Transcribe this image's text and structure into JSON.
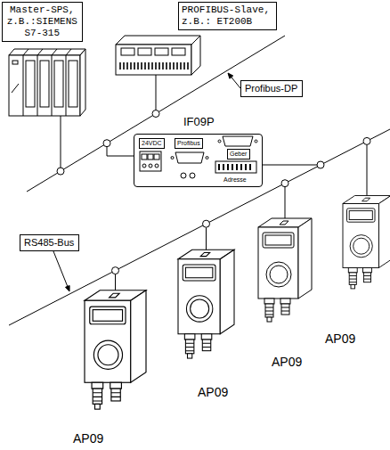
{
  "diagram": {
    "nodes": [
      {
        "text": [
          "Master-SPS, z.B.:SIEMENS S7-315"
        ]
      },
      {
        "text": [
          "PROFIBUS-Slave, z.B.: ET200B"
        ]
      },
      {
        "text": [
          "Profibus-DP"
        ]
      },
      {
        "text": [
          "IF09P",
          "Adresse"
        ]
      },
      {
        "text": [
          "24VDC"
        ],
        "in": 3
      },
      {
        "text": [
          "Profibus"
        ],
        "in": 3
      },
      {
        "text": [
          "Geber"
        ],
        "in": 3
      },
      {
        "text": [
          "RS485-Bus"
        ]
      }
    ],
    "labels": [
      "AP09",
      "AP09",
      "AP09",
      "AP09"
    ]
  }
}
